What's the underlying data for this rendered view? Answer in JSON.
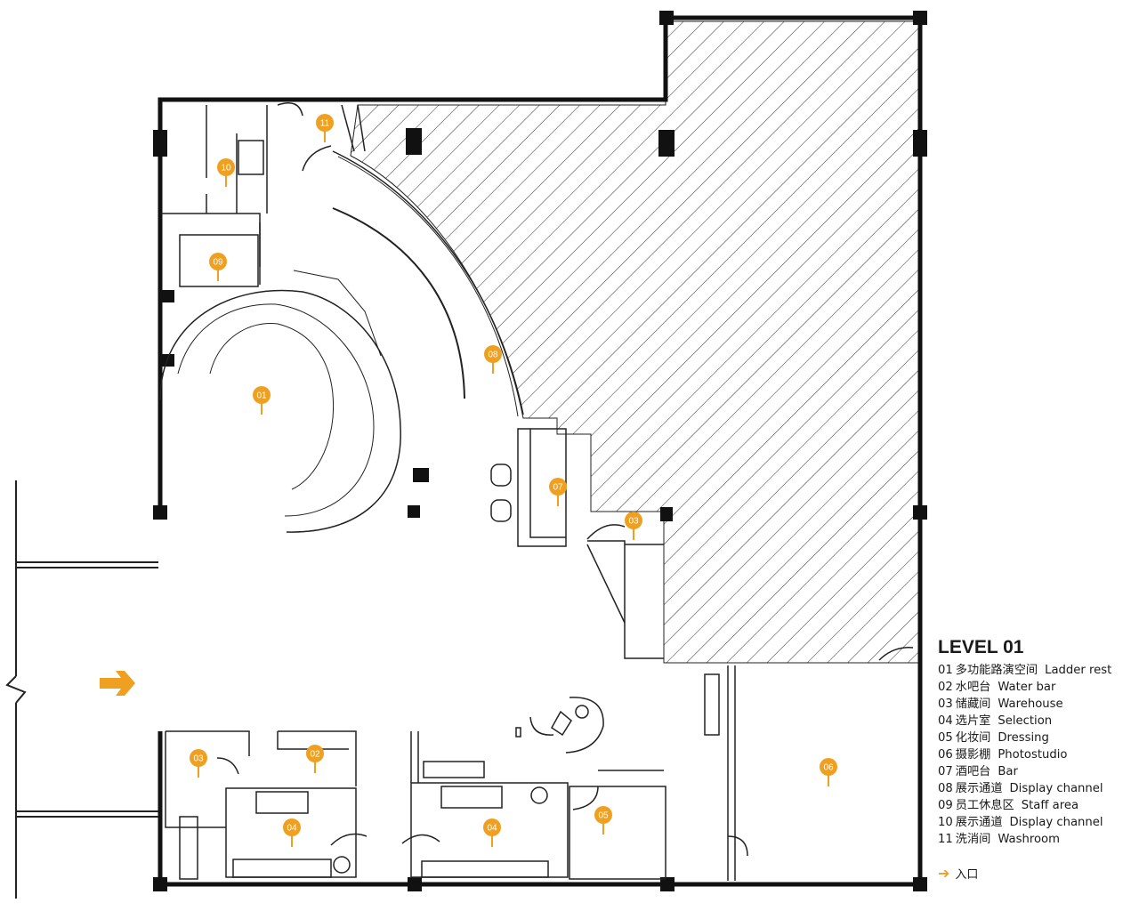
{
  "colors": {
    "accent": "#f0a020",
    "wall": "#111111"
  },
  "legend": {
    "title": "LEVEL 01",
    "items": [
      {
        "num": "01",
        "cn": "多功能路演空间",
        "en": "Ladder rest"
      },
      {
        "num": "02",
        "cn": "水吧台",
        "en": "Water bar"
      },
      {
        "num": "03",
        "cn": "储藏间",
        "en": "Warehouse"
      },
      {
        "num": "04",
        "cn": "选片室",
        "en": "Selection"
      },
      {
        "num": "05",
        "cn": "化妆间",
        "en": "Dressing"
      },
      {
        "num": "06",
        "cn": "摄影棚",
        "en": "Photostudio"
      },
      {
        "num": "07",
        "cn": "酒吧台",
        "en": "Bar"
      },
      {
        "num": "08",
        "cn": "展示通道",
        "en": "Display channel"
      },
      {
        "num": "09",
        "cn": "员工休息区",
        "en": "Staff area"
      },
      {
        "num": "10",
        "cn": "展示通道",
        "en": "Display channel"
      },
      {
        "num": "11",
        "cn": "洗消间",
        "en": "Washroom"
      }
    ],
    "entrance_label": "入口"
  },
  "markers": [
    "11",
    "10",
    "09",
    "08",
    "01",
    "07",
    "03",
    "03",
    "02",
    "04",
    "04",
    "05",
    "06"
  ]
}
